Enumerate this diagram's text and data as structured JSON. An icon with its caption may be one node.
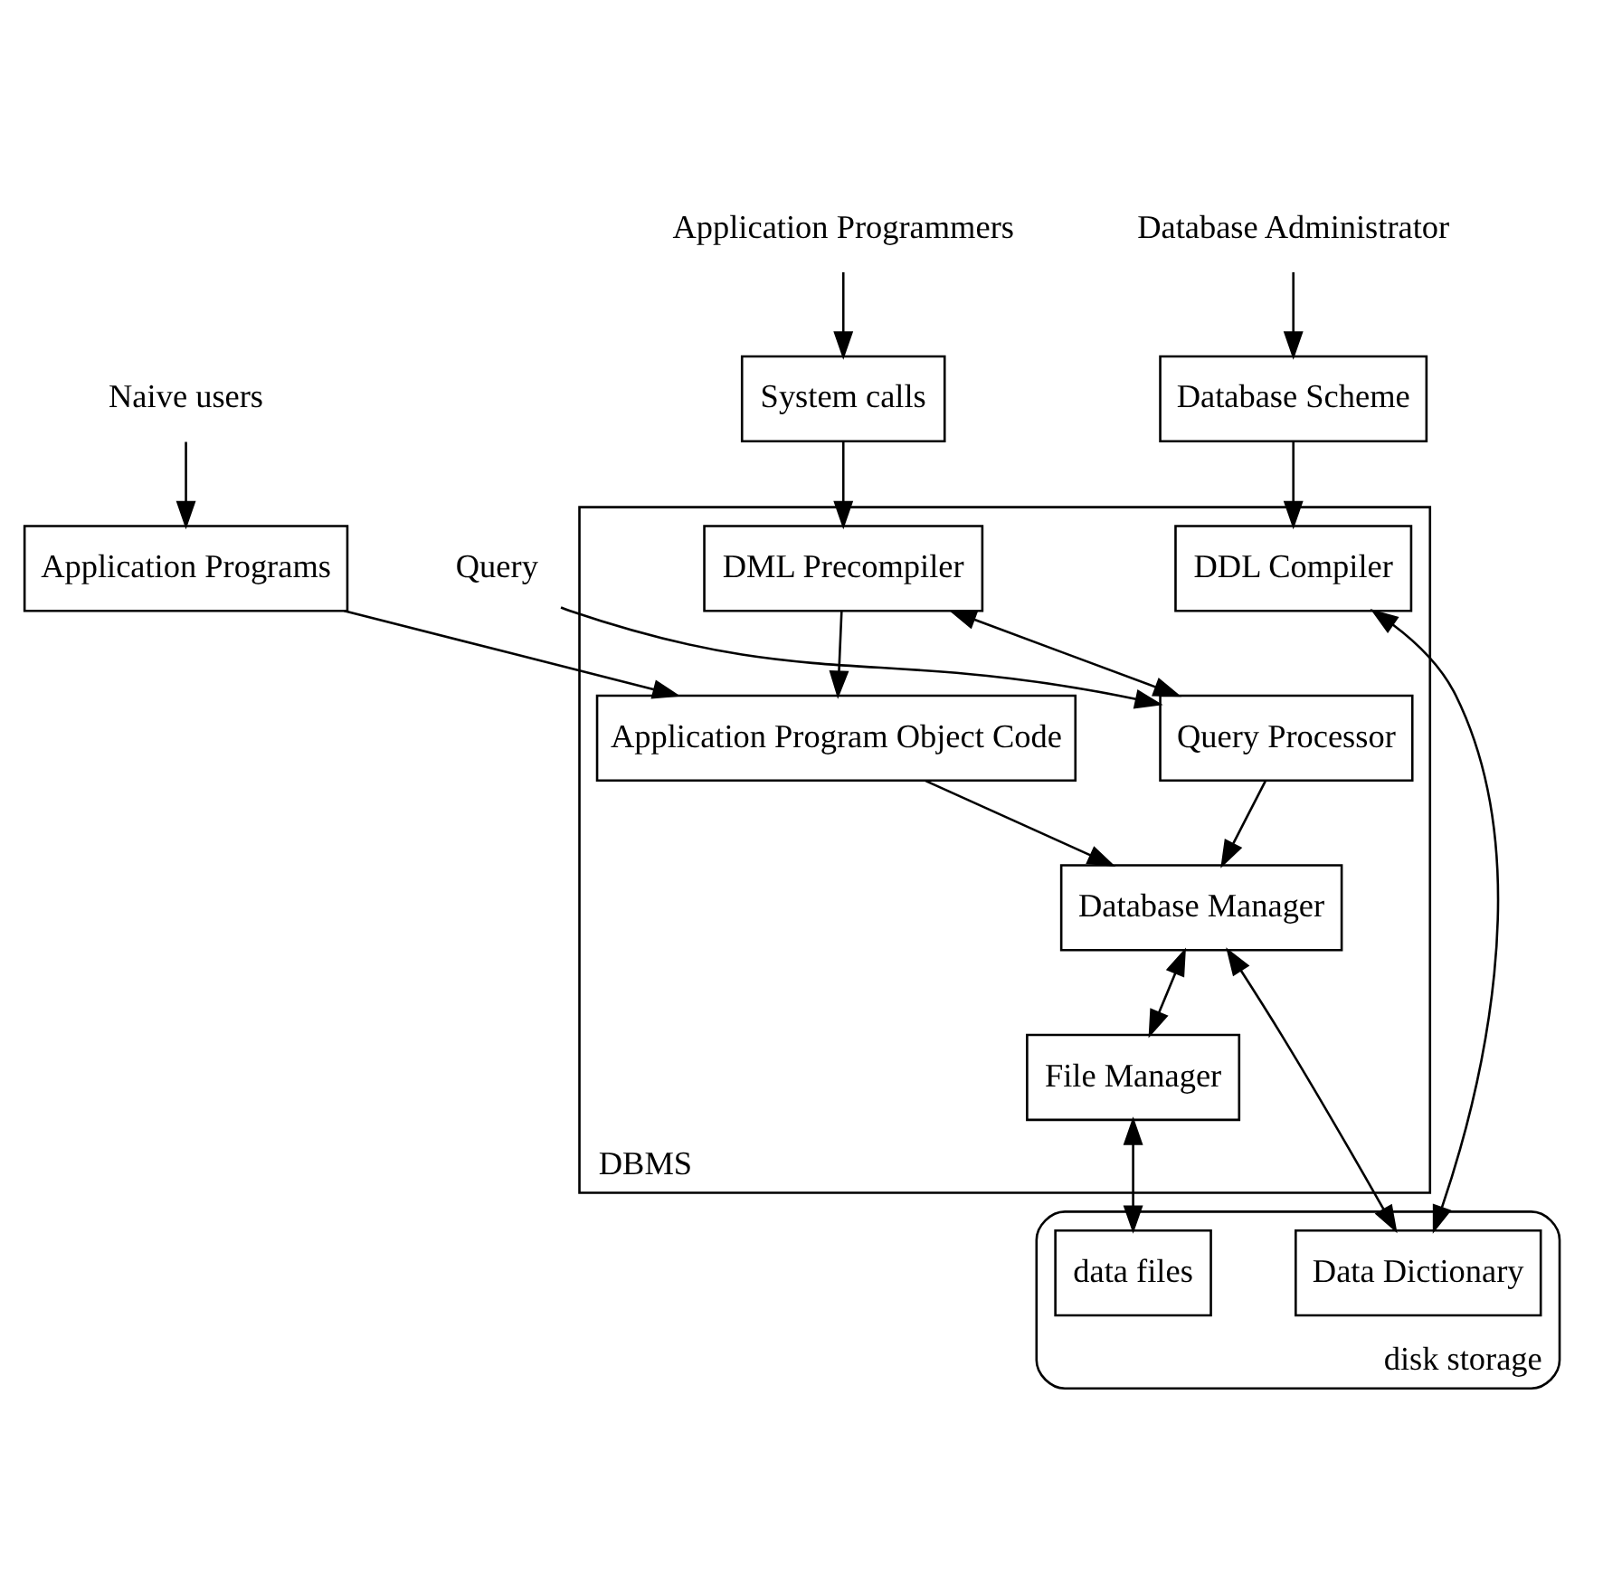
{
  "diagram": {
    "nodes": [
      {
        "text": [
          "Naive users"
        ]
      },
      {
        "text": [
          "Application Programmers"
        ]
      },
      {
        "text": [
          "Query"
        ]
      },
      {
        "text": [
          "Database Administrator"
        ]
      },
      {
        "text": [
          "Application Programs"
        ]
      },
      {
        "text": [
          "System calls"
        ]
      },
      {
        "text": [
          "Database Scheme"
        ]
      },
      {
        "text": [
          "DBMS"
        ]
      },
      {
        "text": [
          "DML Precompiler"
        ],
        "in": 7
      },
      {
        "text": [
          "Query Processor"
        ],
        "in": 7
      },
      {
        "text": [
          "DDL Compiler"
        ],
        "in": 7
      },
      {
        "text": [
          "Application Program Object Code"
        ],
        "in": 7
      },
      {
        "text": [
          "Database Manager"
        ],
        "in": 7
      },
      {
        "text": [
          "File Manager"
        ],
        "in": 7
      },
      {
        "text": [
          "disk storage"
        ]
      },
      {
        "text": [
          "data files"
        ],
        "in": 14
      },
      {
        "text": [
          "Data Dictionary"
        ],
        "in": 14
      }
    ],
    "edges": [
      {
        "from": 0,
        "to": 4,
        "arrow": "to"
      },
      {
        "from": 1,
        "to": 5,
        "arrow": "to"
      },
      {
        "from": 2,
        "to": 9,
        "arrow": "to"
      },
      {
        "from": 3,
        "to": 6,
        "arrow": "to"
      },
      {
        "from": 4,
        "to": 11,
        "arrow": "to"
      },
      {
        "from": 5,
        "to": 8,
        "arrow": "to"
      },
      {
        "from": 6,
        "to": 10,
        "arrow": "to"
      },
      {
        "from": 8,
        "to": 9,
        "arrow": "both"
      },
      {
        "from": 8,
        "to": 11,
        "arrow": "to"
      },
      {
        "from": 9,
        "to": 12,
        "arrow": "to"
      },
      {
        "from": 11,
        "to": 12,
        "arrow": "to"
      },
      {
        "from": 12,
        "to": 13,
        "arrow": "both"
      },
      {
        "from": 13,
        "to": 15,
        "arrow": "both"
      },
      {
        "from": 12,
        "to": 16,
        "arrow": "both"
      },
      {
        "from": 10,
        "to": 16,
        "arrow": "both"
      }
    ]
  }
}
